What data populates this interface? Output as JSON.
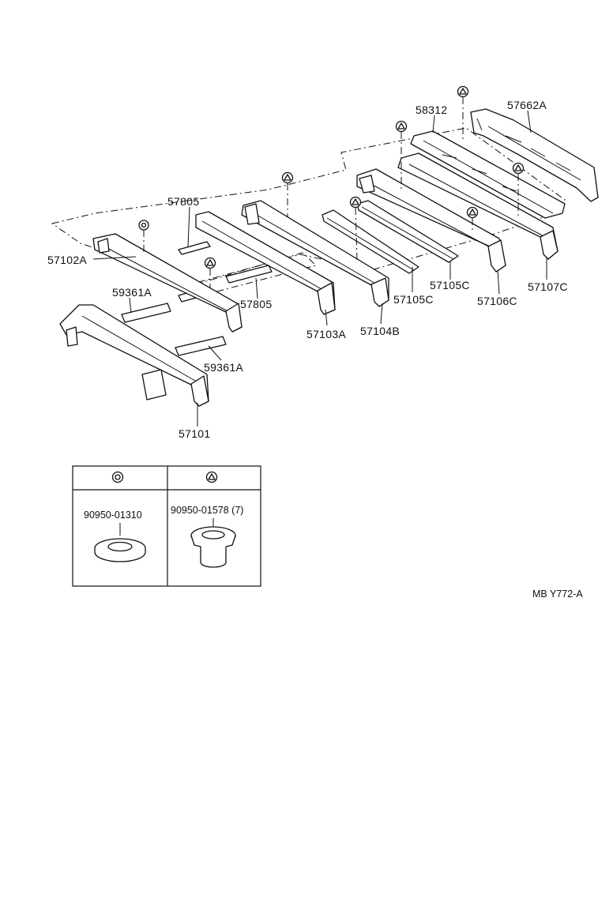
{
  "parts": [
    {
      "id": "p57662A",
      "label": "57662A"
    },
    {
      "id": "p58312",
      "label": "58312"
    },
    {
      "id": "p57805a",
      "label": "57805"
    },
    {
      "id": "p57805b",
      "label": "57805"
    },
    {
      "id": "p57102A",
      "label": "57102A"
    },
    {
      "id": "p59361Aa",
      "label": "59361A"
    },
    {
      "id": "p59361Ab",
      "label": "59361A"
    },
    {
      "id": "p57101",
      "label": "57101"
    },
    {
      "id": "p57103A",
      "label": "57103A"
    },
    {
      "id": "p57104B",
      "label": "57104B"
    },
    {
      "id": "p57105Ca",
      "label": "57105C"
    },
    {
      "id": "p57105Cb",
      "label": "57105C"
    },
    {
      "id": "p57106C",
      "label": "57106C"
    },
    {
      "id": "p57107C",
      "label": "57107C"
    }
  ],
  "legend": {
    "col1": {
      "symbol": "circle-grommet",
      "part_no": "90950-01310"
    },
    "col2": {
      "symbol": "triangle-grommet",
      "part_no": "90950-01578 (7)"
    }
  },
  "ref_code": "MB Y772-A"
}
